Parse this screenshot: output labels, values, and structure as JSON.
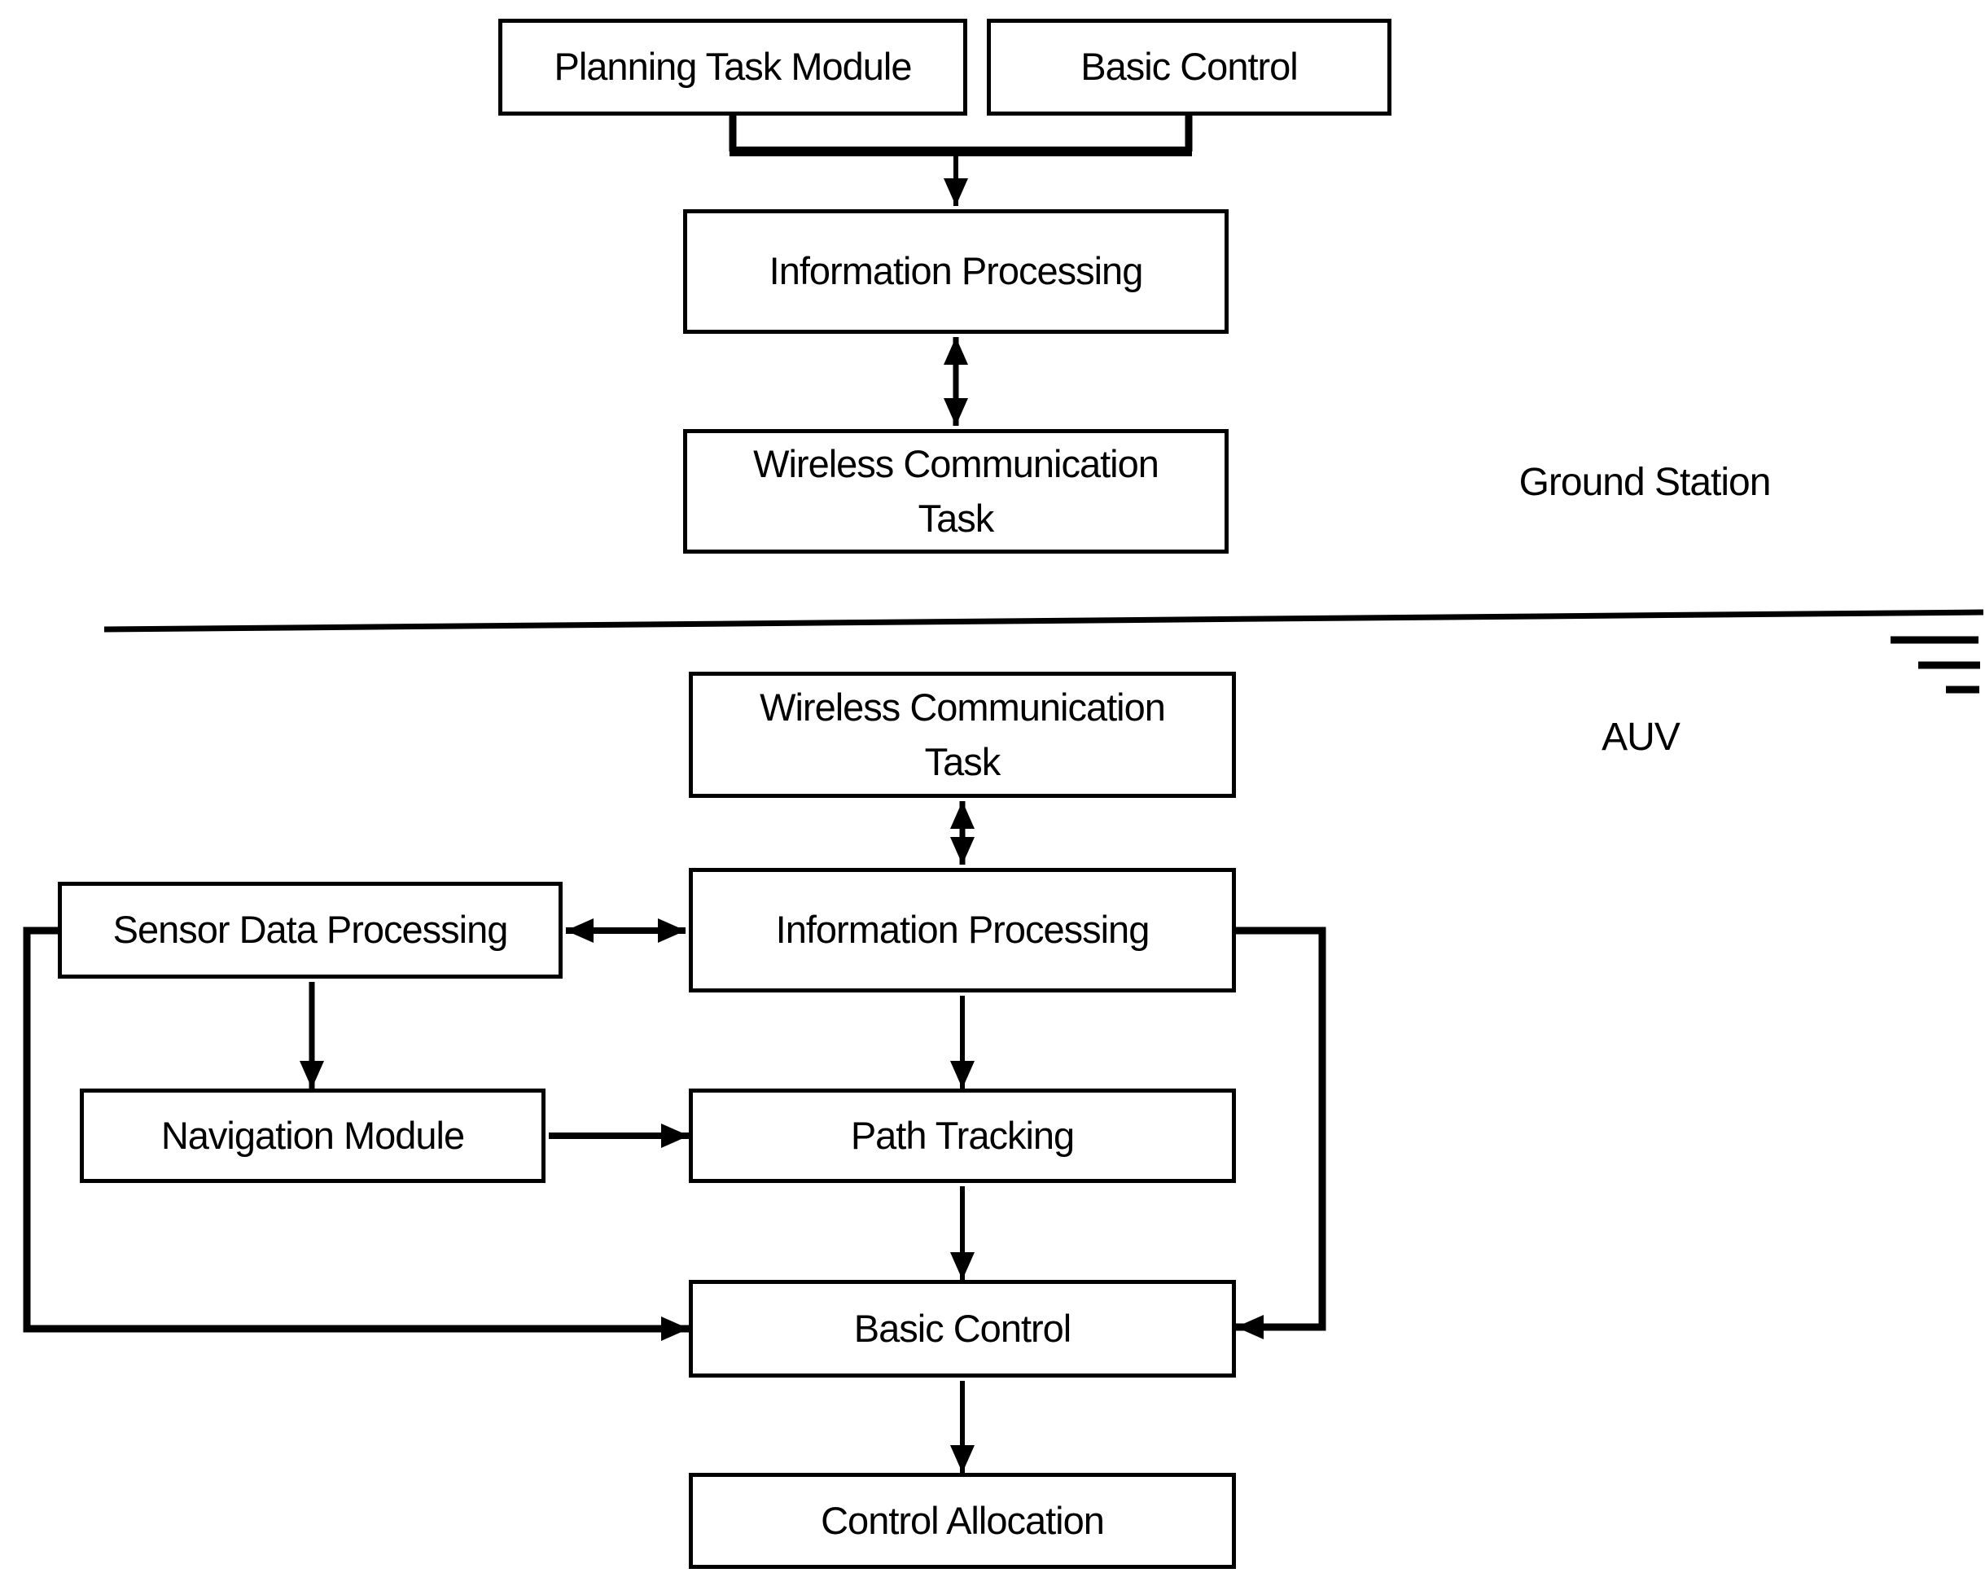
{
  "sections": {
    "ground_station": {
      "label": "Ground Station"
    },
    "auv": {
      "label": "AUV"
    }
  },
  "nodes": {
    "planning_task_module": {
      "label": "Planning Task Module"
    },
    "basic_control_gs": {
      "label": "Basic Control"
    },
    "information_processing_gs": {
      "label": "Information Processing"
    },
    "wireless_communication_task_gs": {
      "label": "Wireless Communication Task"
    },
    "wireless_communication_task_auv": {
      "label": "Wireless Communication Task"
    },
    "information_processing_auv": {
      "label": "Information Processing"
    },
    "sensor_data_processing": {
      "label": "Sensor Data Processing"
    },
    "navigation_module": {
      "label": "Navigation Module"
    },
    "path_tracking": {
      "label": "Path Tracking"
    },
    "basic_control_auv": {
      "label": "Basic Control"
    },
    "control_allocation": {
      "label": "Control Allocation"
    }
  },
  "edges": [
    {
      "from": "planning_task_module",
      "to": "information_processing_gs",
      "type": "arrow"
    },
    {
      "from": "basic_control_gs",
      "to": "information_processing_gs",
      "type": "arrow"
    },
    {
      "from": "information_processing_gs",
      "to": "wireless_communication_task_gs",
      "type": "bidirectional"
    },
    {
      "from": "wireless_communication_task_auv",
      "to": "information_processing_auv",
      "type": "bidirectional"
    },
    {
      "from": "sensor_data_processing",
      "to": "information_processing_auv",
      "type": "bidirectional"
    },
    {
      "from": "sensor_data_processing",
      "to": "navigation_module",
      "type": "arrow"
    },
    {
      "from": "information_processing_auv",
      "to": "path_tracking",
      "type": "arrow"
    },
    {
      "from": "navigation_module",
      "to": "path_tracking",
      "type": "arrow"
    },
    {
      "from": "path_tracking",
      "to": "basic_control_auv",
      "type": "arrow"
    },
    {
      "from": "sensor_data_processing",
      "to": "basic_control_auv",
      "type": "arrow"
    },
    {
      "from": "information_processing_auv",
      "to": "basic_control_auv",
      "type": "arrow"
    },
    {
      "from": "basic_control_auv",
      "to": "control_allocation",
      "type": "arrow"
    }
  ],
  "colors": {
    "line": "#000000",
    "text": "#000000",
    "box_fill": "#ffffff",
    "background": "#ffffff"
  }
}
